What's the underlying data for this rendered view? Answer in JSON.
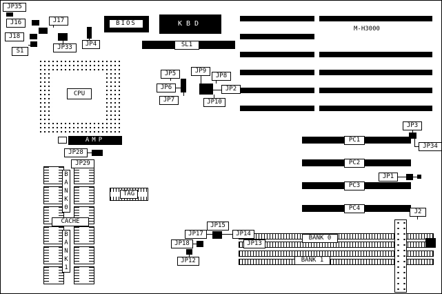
{
  "model": "M-H3000",
  "labels": {
    "jp35": "JP35",
    "j16": "J16",
    "j17": "J17",
    "j18": "J18",
    "s1": "S1",
    "jp33": "JP33",
    "jp4": "JP4",
    "bios": "BIOS",
    "kbd": "KBD",
    "sl1": "SL1",
    "jp5": "JP5",
    "jp6": "JP6",
    "jp7": "JP7",
    "jp8": "JP8",
    "jp9": "JP9",
    "jp2": "JP2",
    "jp10": "JP10",
    "cpu": "CPU",
    "amp": "AMP",
    "jp28": "JP28",
    "jp29": "JP29",
    "tag": "TAG",
    "cache": "CACHE",
    "cache_bank_0": "BANK 0",
    "cache_bank_1": "BANK 1",
    "jp3": "JP3",
    "jp34": "JP34",
    "jp1": "JP1",
    "j2": "J2",
    "pc1": "PC1",
    "pc2": "PC2",
    "pc3": "PC3",
    "pc4": "PC4",
    "bank_0": "BANK 0",
    "bank_1": "BANK 1",
    "jp17": "JP17",
    "jp15": "JP15",
    "jp14": "JP14",
    "jp18": "JP18",
    "jp13": "JP13",
    "jp12": "JP12"
  }
}
